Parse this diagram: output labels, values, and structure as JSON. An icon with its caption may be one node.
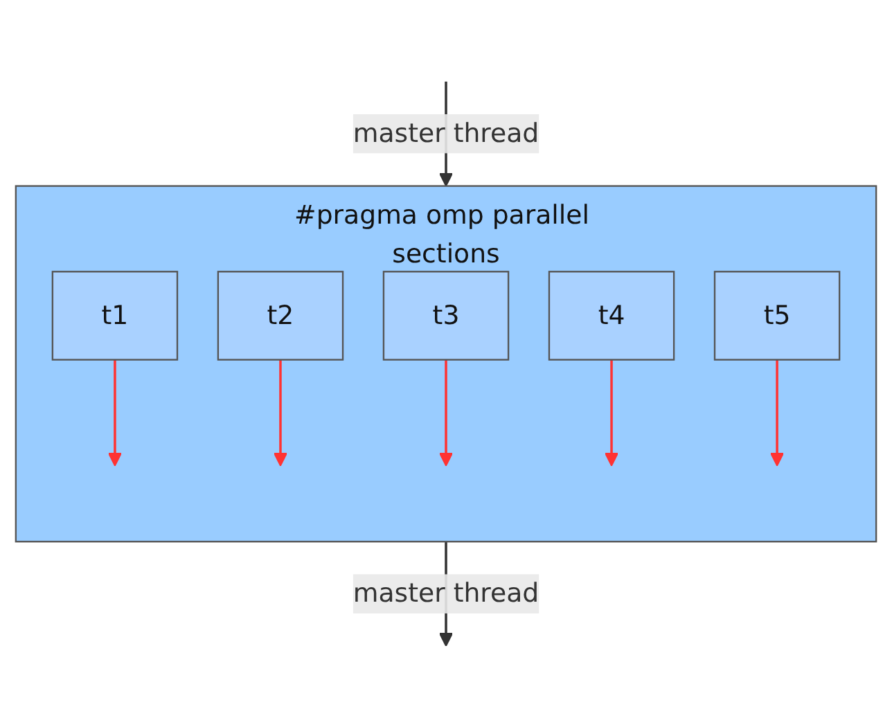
{
  "diagram": {
    "nodes": [
      {
        "text": [
          "#pragma omp parallel sections"
        ]
      },
      {
        "text": [
          "t1"
        ],
        "in": 0
      },
      {
        "text": [
          "t2"
        ],
        "in": 0
      },
      {
        "text": [
          "t3"
        ],
        "in": 0
      },
      {
        "text": [
          "t4"
        ],
        "in": 0
      },
      {
        "text": [
          "t5"
        ],
        "in": 0
      }
    ],
    "edges": [
      {
        "from": null,
        "to": 0,
        "arrow": "to",
        "label": "master thread",
        "color": "#333333"
      },
      {
        "from": 1,
        "to": null,
        "arrow": "to",
        "color": "#ff3333"
      },
      {
        "from": 2,
        "to": null,
        "arrow": "to",
        "color": "#ff3333"
      },
      {
        "from": 3,
        "to": null,
        "arrow": "to",
        "color": "#ff3333"
      },
      {
        "from": 4,
        "to": null,
        "arrow": "to",
        "color": "#ff3333"
      },
      {
        "from": 5,
        "to": null,
        "arrow": "to",
        "color": "#ff3333"
      },
      {
        "from": 0,
        "to": null,
        "arrow": "to",
        "label": "master thread",
        "color": "#333333"
      }
    ]
  }
}
